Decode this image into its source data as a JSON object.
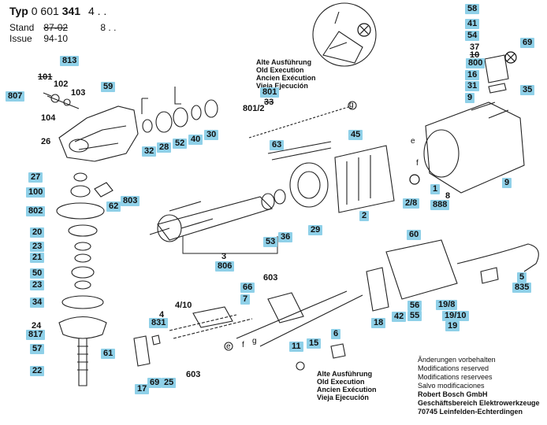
{
  "header": {
    "typ_label": "Typ",
    "typ_prefix": "0 601",
    "typ_number": "341",
    "typ_suffix": "4 . .",
    "stand_label": "Stand",
    "stand_value": "87-02",
    "stand_new": "8 . .",
    "issue_label": "Issue",
    "issue_value": "94-10"
  },
  "old_execution_note_top": "Alte Ausführung\nOld Execution\nAncien Exécution\nVieja Ejecución",
  "old_execution_note_bottom": "Alte Ausführung\nOld Execution\nAncien Exécution\nVieja Ejecución",
  "footer": {
    "line1": "Änderungen vorbehalten",
    "line2": "Modifications reserved",
    "line3": "Modifications reservees",
    "line4": "Salvo modificaciones",
    "line5": "Robert Bosch GmbH",
    "line6": "Geschäftsbereich Elektrowerkzeuge",
    "line7": "70745 Leinfelden-Echterdingen"
  },
  "parts": {
    "p58": "58",
    "p41": "41",
    "p54": "54",
    "p37": "37",
    "p10": "10",
    "p800": "800",
    "p69a": "69",
    "p16": "16",
    "p31": "31",
    "p9a": "9",
    "p35": "35",
    "p813": "813",
    "p101": "101",
    "p102": "102",
    "p103": "103",
    "p807": "807",
    "p104": "104",
    "p26": "26",
    "p59": "59",
    "p32": "32",
    "p28": "28",
    "p52": "52",
    "p40": "40",
    "p30": "30",
    "p801": "801",
    "p33": "33",
    "p801_2": "801/2",
    "p45": "45",
    "p63": "63",
    "p27": "27",
    "p100": "100",
    "p803": "803",
    "p62": "62",
    "p802": "802",
    "p20": "20",
    "p23a": "23",
    "p21": "21",
    "p50": "50",
    "p23b": "23",
    "p34": "34",
    "p24": "24",
    "p817": "817",
    "p57": "57",
    "p61": "61",
    "p22": "22",
    "p3": "3",
    "p806": "806",
    "p53": "53",
    "p36": "36",
    "p29": "29",
    "p2": "2",
    "p2_8": "2/8",
    "p1": "1",
    "p8": "8",
    "p888": "888",
    "p9b": "9",
    "p60": "60",
    "p5": "5",
    "p835": "835",
    "p66": "66",
    "p7": "7",
    "p603a": "603",
    "p4_10": "4/10",
    "p4": "4",
    "p831": "831",
    "p6": "6",
    "p11": "11",
    "p15": "15",
    "p18": "18",
    "p42": "42",
    "p56": "56",
    "p55": "55",
    "p19_8": "19/8",
    "p19_10": "19/10",
    "p19": "19",
    "p17": "17",
    "p69b": "69",
    "p25": "25",
    "p603b": "603"
  },
  "markers": {
    "g": "g",
    "e": "e",
    "f": "f",
    "x": "X"
  }
}
